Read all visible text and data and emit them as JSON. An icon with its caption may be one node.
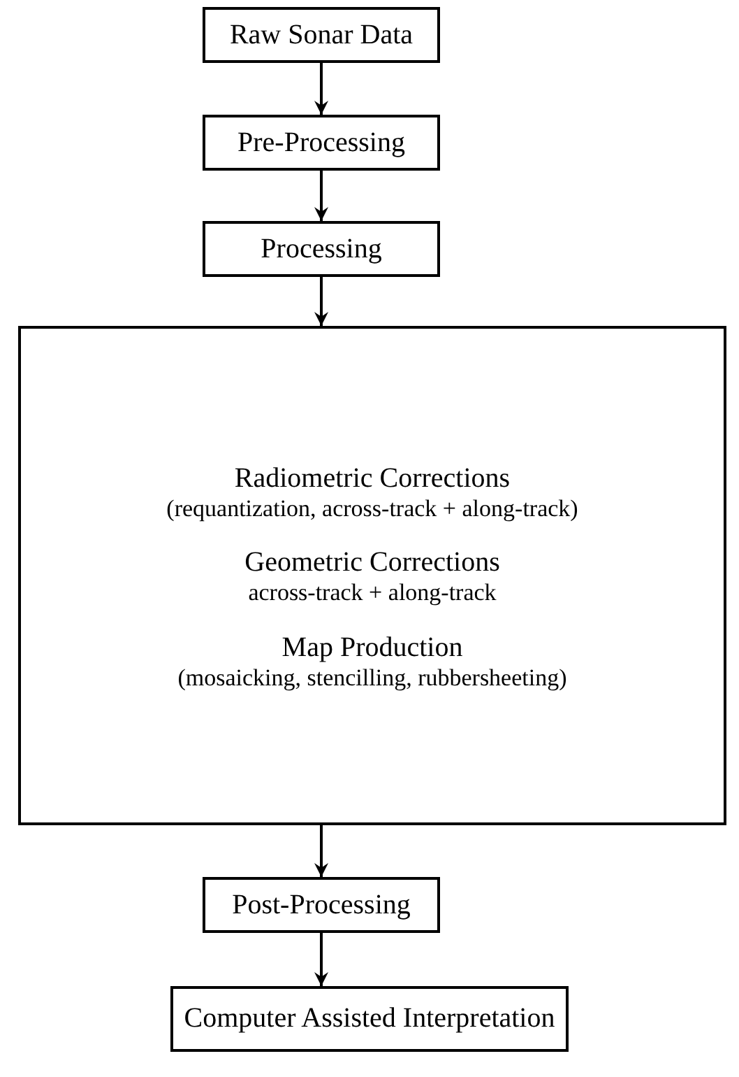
{
  "diagram": {
    "nodes": [
      {
        "text": [
          "Raw Sonar Data"
        ]
      },
      {
        "text": [
          "Pre-Processing"
        ]
      },
      {
        "text": [
          "Processing"
        ]
      },
      {
        "text": [
          "Radiometric Corrections",
          "(requantization, across-track + along-track)",
          "Geometric Corrections",
          "across-track + along-track",
          "Map Production",
          "(mosaicking, stencilling, rubbersheeting)"
        ]
      },
      {
        "text": [
          "Post-Processing"
        ]
      },
      {
        "text": [
          "Computer Assisted Interpretation"
        ]
      }
    ],
    "edges": [
      {
        "from": 0,
        "to": 1,
        "arrow": "to"
      },
      {
        "from": 1,
        "to": 2,
        "arrow": "to"
      },
      {
        "from": 2,
        "to": 3,
        "arrow": "to"
      },
      {
        "from": 3,
        "to": 4,
        "arrow": "to"
      },
      {
        "from": 4,
        "to": 5,
        "arrow": "to"
      }
    ]
  }
}
